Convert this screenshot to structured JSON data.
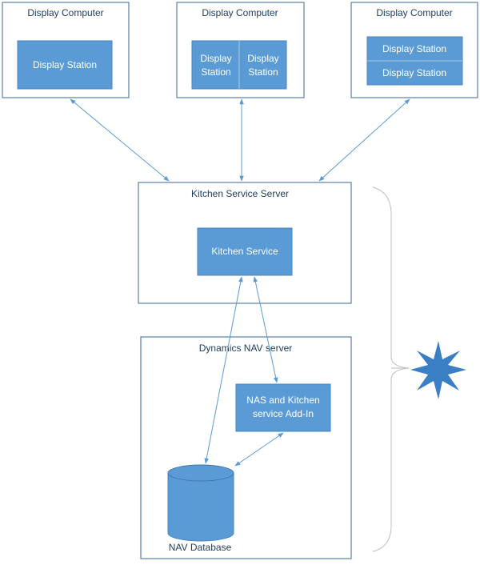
{
  "display_computers": [
    {
      "title": "Display Computer",
      "stations": [
        "Display Station"
      ]
    },
    {
      "title": "Display Computer",
      "stations": [
        "Display\nStation",
        "Display\nStation"
      ]
    },
    {
      "title": "Display Computer",
      "stations": [
        "Display Station",
        "Display Station"
      ]
    }
  ],
  "kitchen_server": {
    "title": "Kitchen Service Server",
    "service": "Kitchen Service"
  },
  "nav_server": {
    "title": "Dynamics NAV server",
    "addin": "NAS and Kitchen\nservice Add-In",
    "database": "NAV Database"
  },
  "colors": {
    "box_fill": "#5b9bd5",
    "frame_stroke": "#5b7fa4",
    "arrow": "#5b9bd5",
    "star": "#3a7fc4",
    "bracket": "#c8c8c8"
  },
  "icons": {
    "star": "star-icon"
  }
}
